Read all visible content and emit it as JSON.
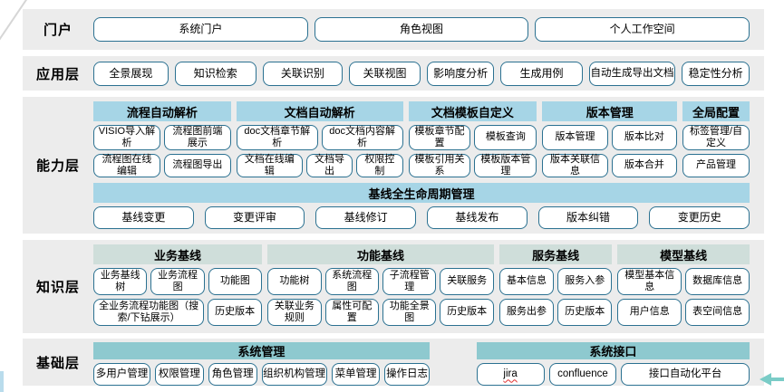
{
  "colors": {
    "band_bg": "#ececec",
    "capability_header": "#a6d5e6",
    "knowledge_header": "#cfdeda",
    "foundation_header": "#8ec9cf",
    "button_border": "#2b7191",
    "arrow_accent": "#7accc7",
    "spellcheck_underline": "#e03030"
  },
  "layers": [
    {
      "label": "门户",
      "buttons": [
        "系统门户",
        "角色视图",
        "个人工作空间"
      ]
    },
    {
      "label": "应用层",
      "buttons": [
        "全景展现",
        "知识检索",
        "关联识别",
        "关联视图",
        "影响度分析",
        "生成用例",
        "自动生成导出文档",
        "稳定性分析"
      ]
    },
    {
      "label": "能力层",
      "groups": [
        {
          "header": "流程自动解析",
          "rows": [
            [
              "VISIO导入解析",
              "流程图前端展示"
            ],
            [
              "流程图在线编辑",
              "流程图导出"
            ]
          ]
        },
        {
          "header": "文档自动解析",
          "rows": [
            [
              "doc文档章节解析",
              "doc文档内容解析"
            ],
            [
              "文档在线编辑",
              "文档导出",
              "权限控制"
            ]
          ]
        },
        {
          "header": "文档模板自定义",
          "rows": [
            [
              "模板章节配置",
              "模板查询"
            ],
            [
              "模板引用关系",
              "模板版本管理"
            ]
          ]
        },
        {
          "header": "版本管理",
          "rows": [
            [
              "版本管理",
              "版本比对"
            ],
            [
              "版本关联信息",
              "版本合并"
            ]
          ]
        },
        {
          "header": "全局配置",
          "rows": [
            [
              "标签管理/自定义"
            ],
            [
              "产品管理"
            ]
          ]
        }
      ],
      "baseline": {
        "header": "基线全生命周期管理",
        "buttons": [
          "基线变更",
          "变更评审",
          "基线修订",
          "基线发布",
          "版本纠错",
          "变更历史"
        ]
      }
    },
    {
      "label": "知识层",
      "groups": [
        {
          "header": "业务基线",
          "rows": [
            [
              "业务基线树",
              "业务流程图",
              "功能图"
            ],
            [
              "全业务流程功能图（搜索/下钻展示）",
              "历史版本"
            ]
          ]
        },
        {
          "header": "功能基线",
          "rows": [
            [
              "功能树",
              "系统流程图",
              "子流程管理",
              "关联服务"
            ],
            [
              "关联业务规则",
              "属性可配置",
              "功能全景图",
              "历史版本"
            ]
          ]
        },
        {
          "header": "服务基线",
          "rows": [
            [
              "基本信息",
              "服务入参"
            ],
            [
              "服务出参",
              "历史版本"
            ]
          ]
        },
        {
          "header": "模型基线",
          "rows": [
            [
              "模型基本信息",
              "数据库信息"
            ],
            [
              "用户信息",
              "表空间信息"
            ]
          ]
        }
      ]
    },
    {
      "label": "基础层",
      "groups": [
        {
          "header": "系统管理",
          "rows": [
            [
              "多用户管理",
              "权限管理",
              "角色管理",
              "组织机构管理",
              "菜单管理",
              "操作日志"
            ]
          ]
        },
        {
          "header": "系统接口",
          "rows": [
            [
              "jira",
              "confluence",
              "接口自动化平台"
            ]
          ]
        }
      ]
    }
  ]
}
